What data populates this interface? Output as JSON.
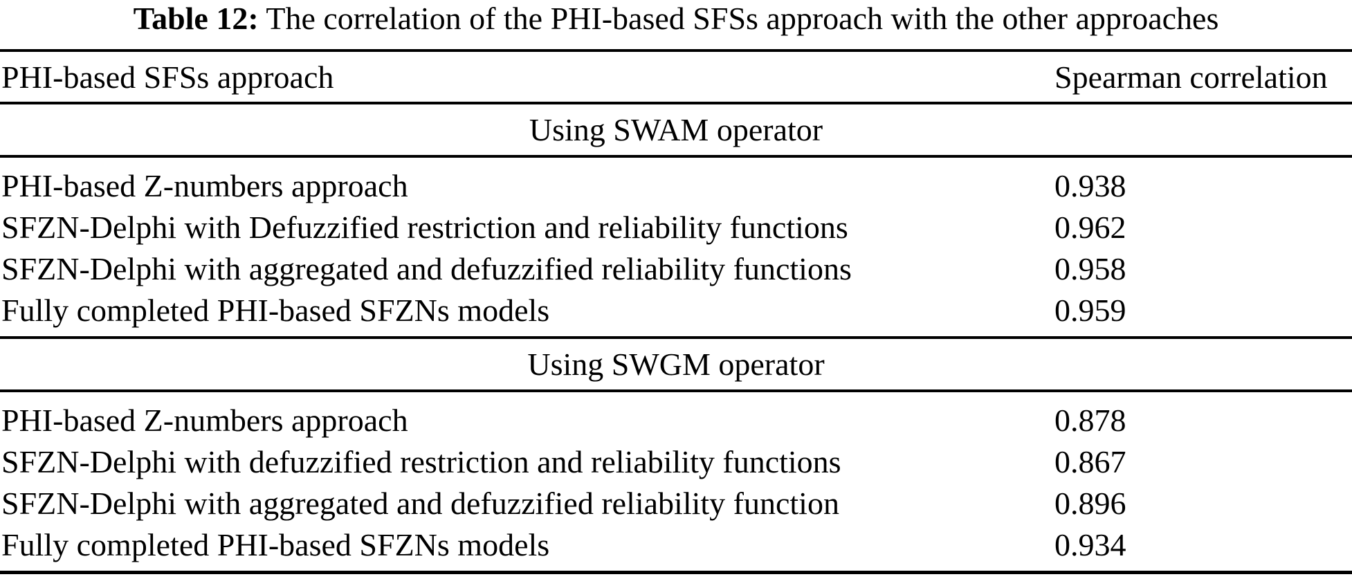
{
  "table": {
    "caption": {
      "label": "Table 12:",
      "text": " The correlation of the PHI-based SFSs approach with the other approaches"
    },
    "columns": {
      "approach": "PHI-based SFSs approach",
      "correlation": "Spearman correlation"
    },
    "sections": [
      {
        "header": "Using SWAM operator",
        "rows": [
          {
            "approach": "PHI-based Z-numbers approach",
            "correlation": "0.938"
          },
          {
            "approach": "SFZN-Delphi with Defuzzified restriction and reliability functions",
            "correlation": "0.962"
          },
          {
            "approach": "SFZN-Delphi with aggregated and defuzzified reliability functions",
            "correlation": "0.958"
          },
          {
            "approach": "Fully completed PHI-based SFZNs models",
            "correlation": "0.959"
          }
        ]
      },
      {
        "header": "Using SWGM operator",
        "rows": [
          {
            "approach": "PHI-based Z-numbers approach",
            "correlation": "0.878"
          },
          {
            "approach": "SFZN-Delphi with defuzzified restriction and reliability functions",
            "correlation": "0.867"
          },
          {
            "approach": "SFZN-Delphi with aggregated and defuzzified reliability function",
            "correlation": "0.896"
          },
          {
            "approach": "Fully completed PHI-based SFZNs models",
            "correlation": "0.934"
          }
        ]
      }
    ]
  },
  "colors": {
    "text": "#000000",
    "background": "#ffffff",
    "rule": "#000000"
  }
}
